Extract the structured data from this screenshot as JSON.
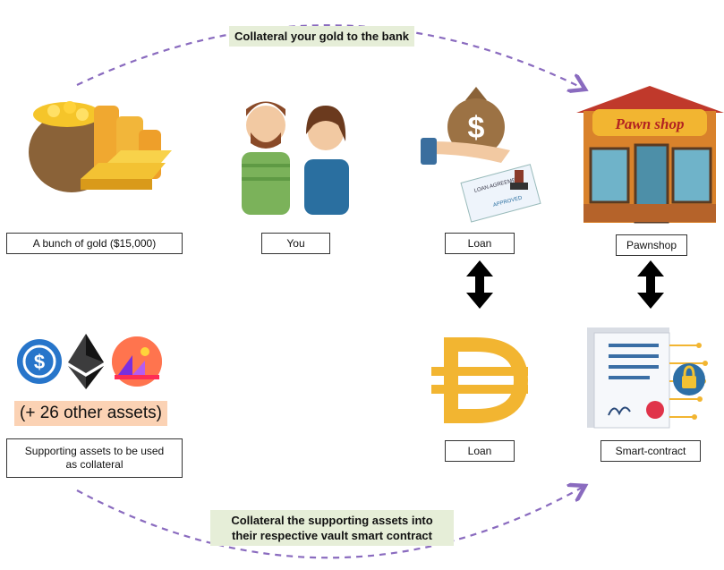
{
  "top_banner": "Collateral your gold to the bank",
  "bottom_banner_line1": "Collateral the supporting assets into",
  "bottom_banner_line2": "their respective vault smart contract",
  "labels": {
    "gold": "A bunch of gold ($15,000)",
    "you": "You",
    "loan_top": "Loan",
    "pawnshop": "Pawnshop",
    "supporting_line1": "Supporting assets to be used",
    "supporting_line2": "as collateral",
    "loan_bottom": "Loan",
    "smart_contract": "Smart-contract"
  },
  "other_assets": "(+ 26 other assets)",
  "pawn_sign": "Pawn shop",
  "loan_sign": "LOAN AGREEMENT",
  "approved_stamp": "APPROVED",
  "colors": {
    "arrow_dashed": "#8a6bbf",
    "banner_bg": "#e6eed8",
    "assets_note_bg": "#fbd2b4",
    "dai_gold": "#f2b531",
    "usdc_blue": "#2775ca"
  },
  "icons": [
    "gold-pile-icon",
    "people-icon",
    "loan-hand-icon",
    "pawnshop-icon",
    "usdc-icon",
    "ethereum-icon",
    "decentraland-icon",
    "dai-icon",
    "smart-contract-icon",
    "double-arrow-icon"
  ]
}
